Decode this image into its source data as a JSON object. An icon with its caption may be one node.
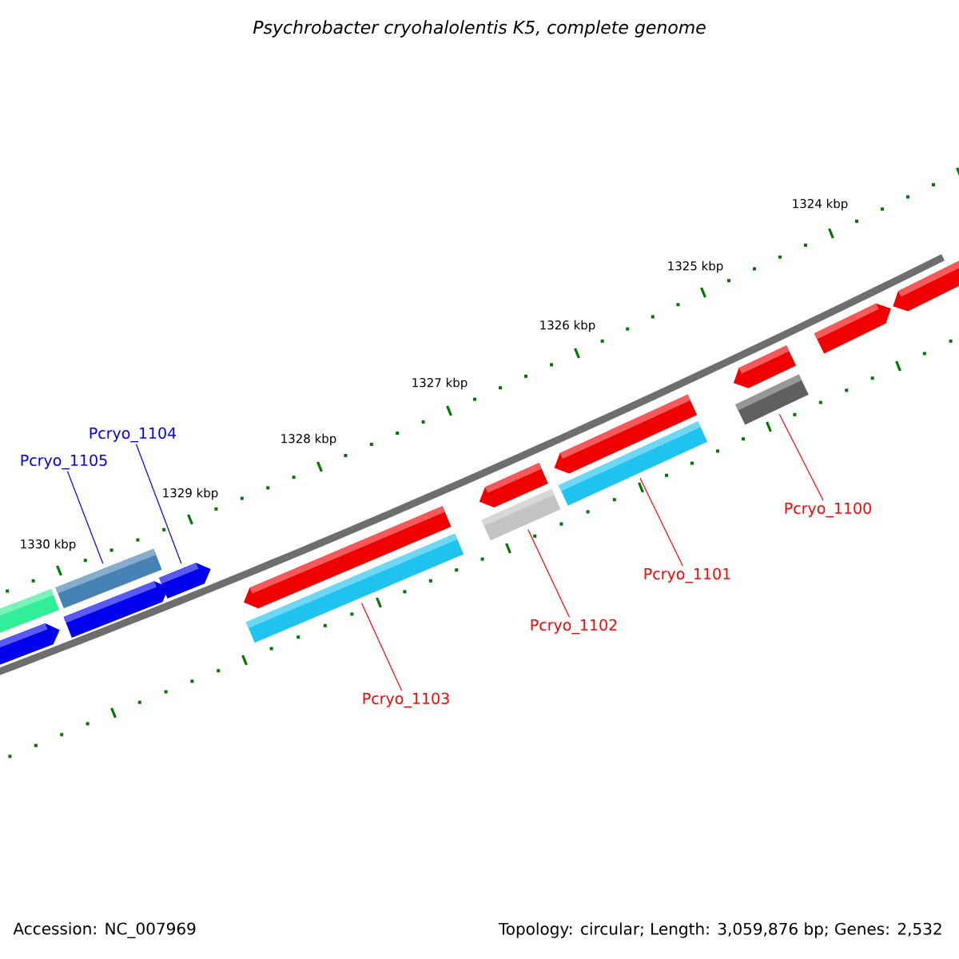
{
  "diagram": {
    "title": "Psychrobacter cryohalolentis K5, complete genome",
    "nodes": [
      {
        "text": [
          "Pcryo_1104"
        ]
      },
      {
        "text": [
          "Pcryo_1105"
        ]
      },
      {
        "text": [
          "Pcryo_1100"
        ]
      },
      {
        "text": [
          "Pcryo_1101"
        ]
      },
      {
        "text": [
          "Pcryo_1102"
        ]
      },
      {
        "text": [
          "Pcryo_1103"
        ]
      },
      {
        "text": [],
        "shape": "bar"
      },
      {
        "text": [],
        "shape": "arrow"
      },
      {
        "text": [],
        "shape": "bar"
      },
      {
        "text": [],
        "shape": "bar"
      },
      {
        "text": [],
        "shape": "bar"
      },
      {
        "text": [],
        "shape": "bar"
      }
    ],
    "edges": [
      {
        "from": 0,
        "to": 7,
        "arrow": "none",
        "color": "#0000ff"
      },
      {
        "from": 1,
        "to": 6,
        "arrow": "none",
        "color": "#0000ff"
      },
      {
        "from": 2,
        "to": 11,
        "arrow": "none"
      },
      {
        "from": 3,
        "to": 10,
        "arrow": "none"
      },
      {
        "from": 4,
        "to": 9,
        "arrow": "none"
      },
      {
        "from": 5,
        "to": 8,
        "arrow": "none"
      }
    ],
    "labels": [
      "1324 kbp",
      "1325 kbp",
      "1326 kbp",
      "1327 kbp",
      "1328 kbp",
      "1329 kbp",
      "1330 kbp",
      "Accession: NC_007969",
      "Topology: circular; Length: 3,059,876 bp; Genes: 2,532"
    ]
  }
}
